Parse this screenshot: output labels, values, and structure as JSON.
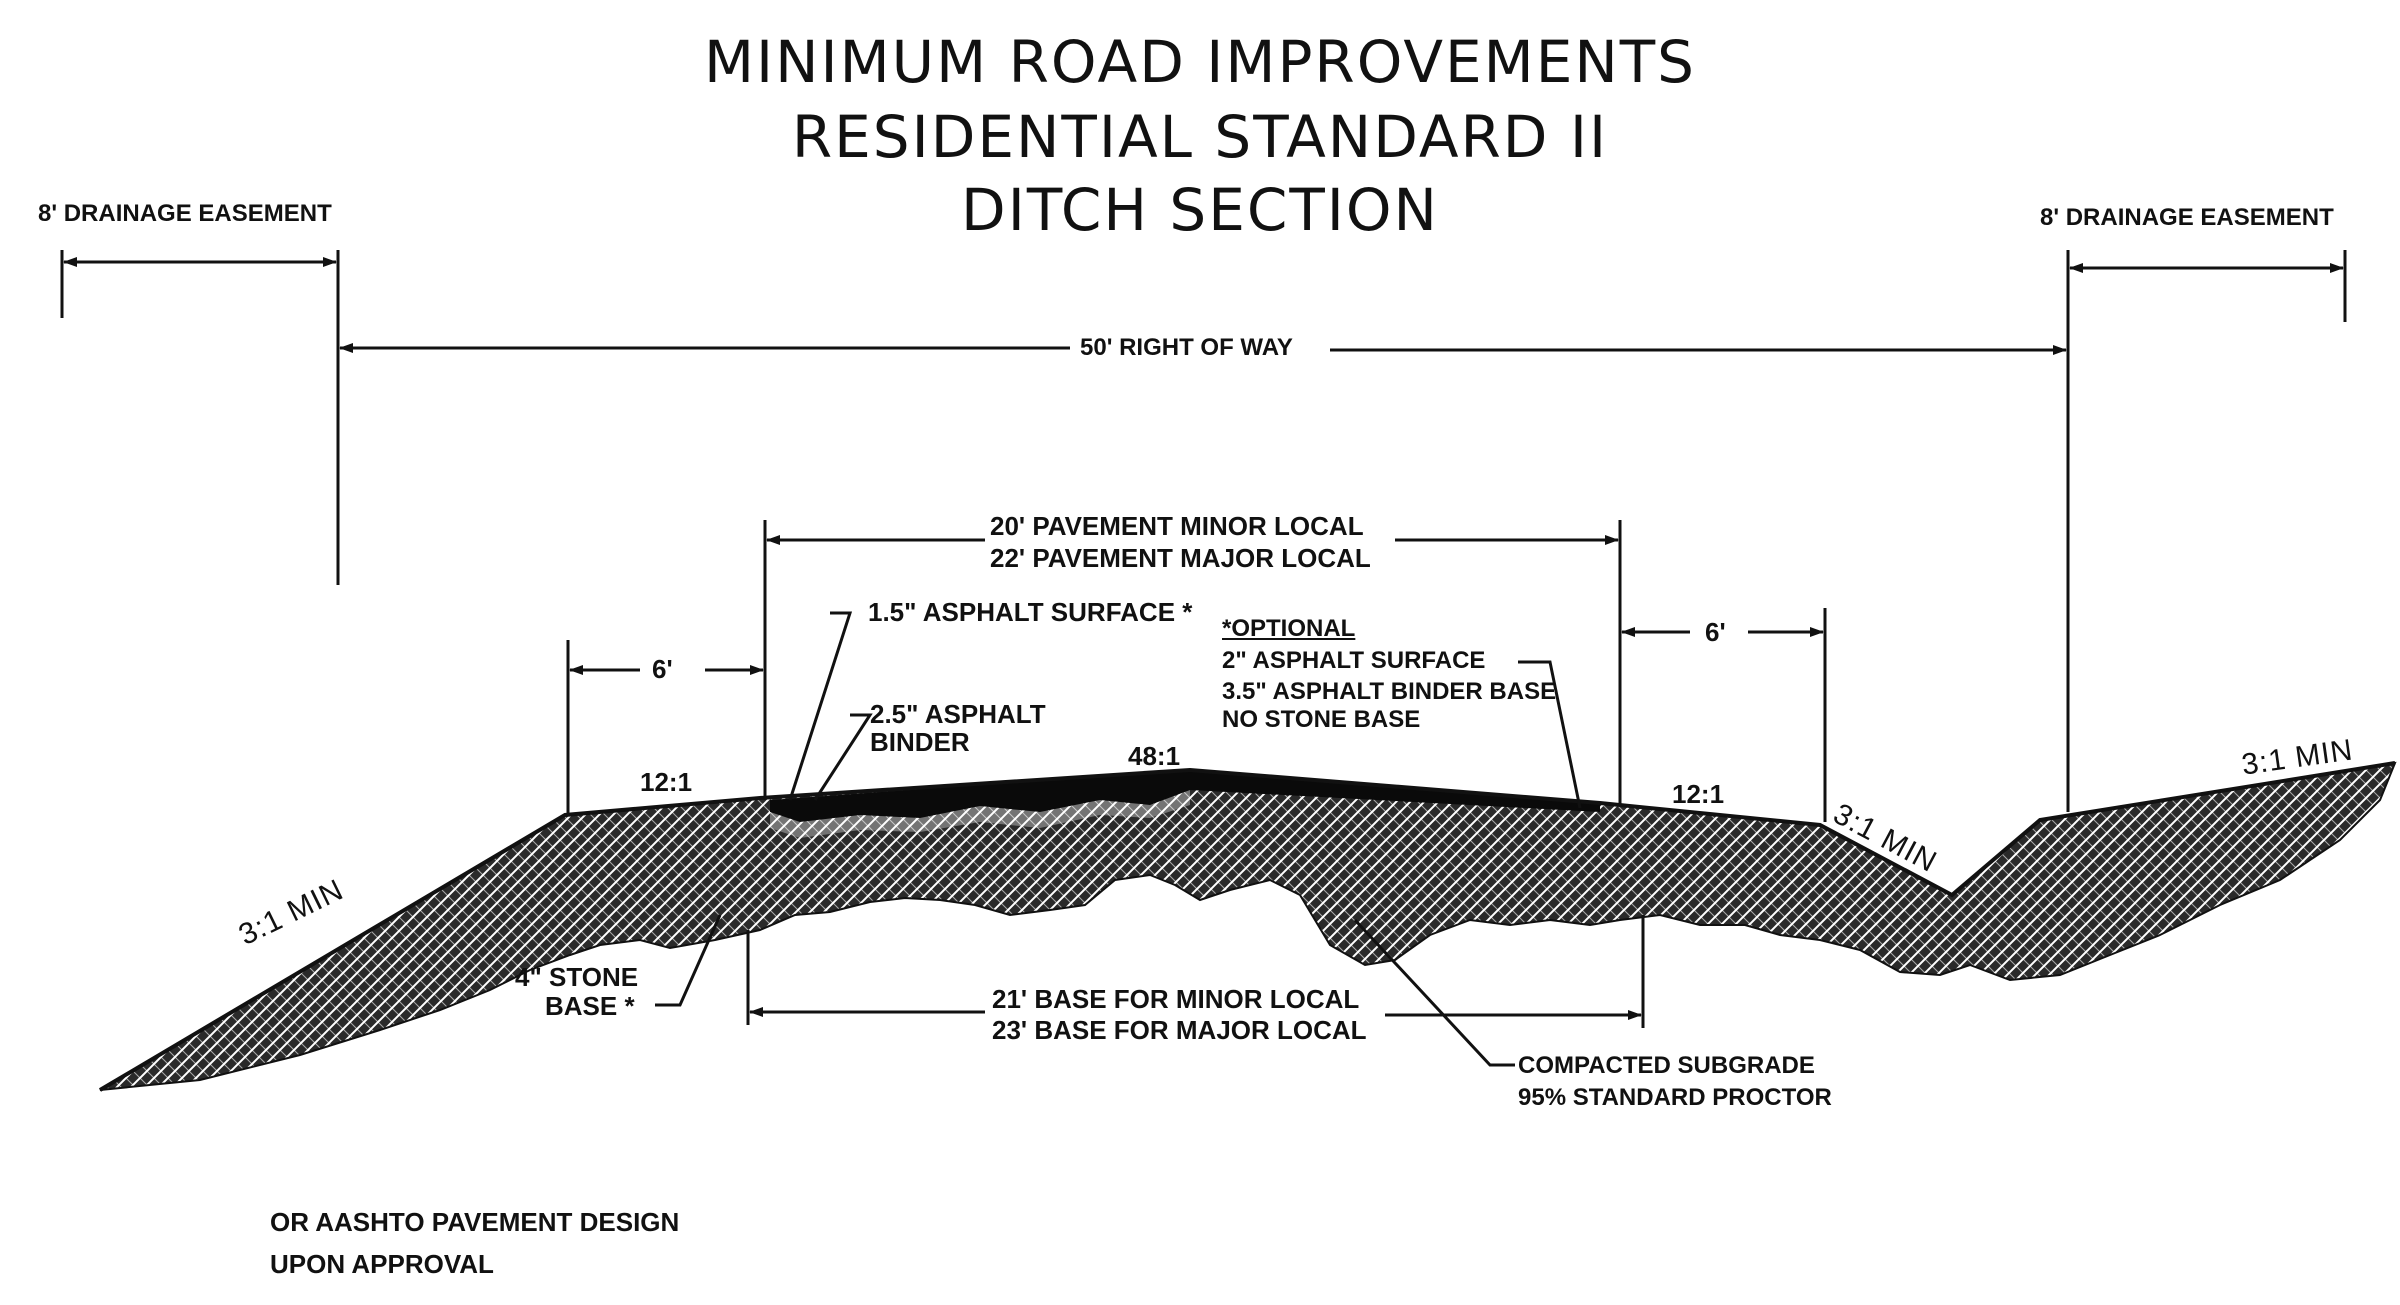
{
  "title": {
    "line1": "MINIMUM ROAD IMPROVEMENTS",
    "line2": "RESIDENTIAL STANDARD II",
    "line3": "DITCH SECTION"
  },
  "labels": {
    "easement_left": "8' DRAINAGE EASEMENT",
    "easement_right": "8' DRAINAGE EASEMENT",
    "right_of_way": "50' RIGHT OF WAY",
    "pavement_minor": "20' PAVEMENT MINOR LOCAL",
    "pavement_major": "22' PAVEMENT MAJOR LOCAL",
    "shoulder_left": "6'",
    "shoulder_right": "6'",
    "asphalt_surface": "1.5\" ASPHALT SURFACE *",
    "asphalt_binder_1": "2.5\" ASPHALT",
    "asphalt_binder_2": "BINDER",
    "optional_title": "*OPTIONAL",
    "optional_1": "2\" ASPHALT SURFACE",
    "optional_2": "3.5\" ASPHALT BINDER BASE",
    "optional_3": "NO STONE BASE",
    "slope_12_left": "12:1",
    "slope_48": "48:1",
    "slope_12_right": "12:1",
    "slope_3_min_left": "3:1 MIN",
    "slope_3_min_ditch": "3:1 MIN",
    "slope_3_min_right": "3:1 MIN",
    "stone_base_1": "4\" STONE",
    "stone_base_2": "BASE *",
    "base_minor": "21' BASE FOR MINOR LOCAL",
    "base_major": "23' BASE FOR MAJOR LOCAL",
    "subgrade_1": "COMPACTED SUBGRADE",
    "subgrade_2": "95% STANDARD PROCTOR",
    "note_1": "OR AASHTO PAVEMENT DESIGN",
    "note_2": "UPON APPROVAL"
  }
}
